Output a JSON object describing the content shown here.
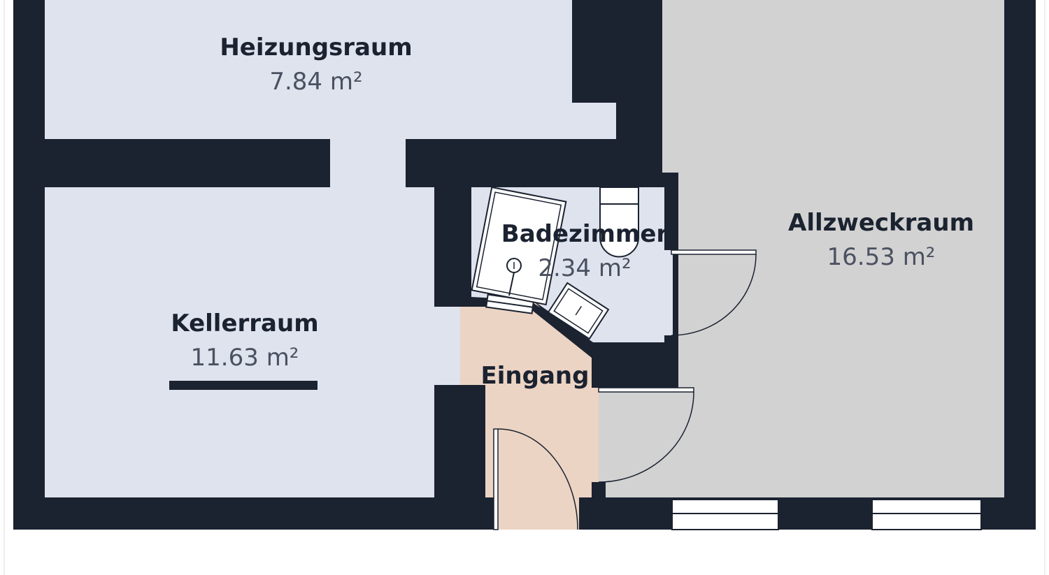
{
  "colors": {
    "wall": "#1b2230",
    "room_default": "#dfe3ee",
    "allzweckraum": "#d2d2d2",
    "eingang": "#ebd4c4",
    "fixture_fill": "#ffffff",
    "window_fill": "#ffffff",
    "name_text": "#1b2230",
    "area_text": "#4a5160"
  },
  "rooms": {
    "heizungsraum": {
      "name": "Heizungsraum",
      "area": "7.84 m²"
    },
    "kellerraum": {
      "name": "Kellerraum",
      "area": "11.63 m²"
    },
    "badezimmer": {
      "name": "Badezimmer",
      "area": "2.34 m²"
    },
    "allzweckraum": {
      "name": "Allzweckraum",
      "area": "16.53 m²"
    },
    "eingang": {
      "name": "Eingang"
    }
  }
}
